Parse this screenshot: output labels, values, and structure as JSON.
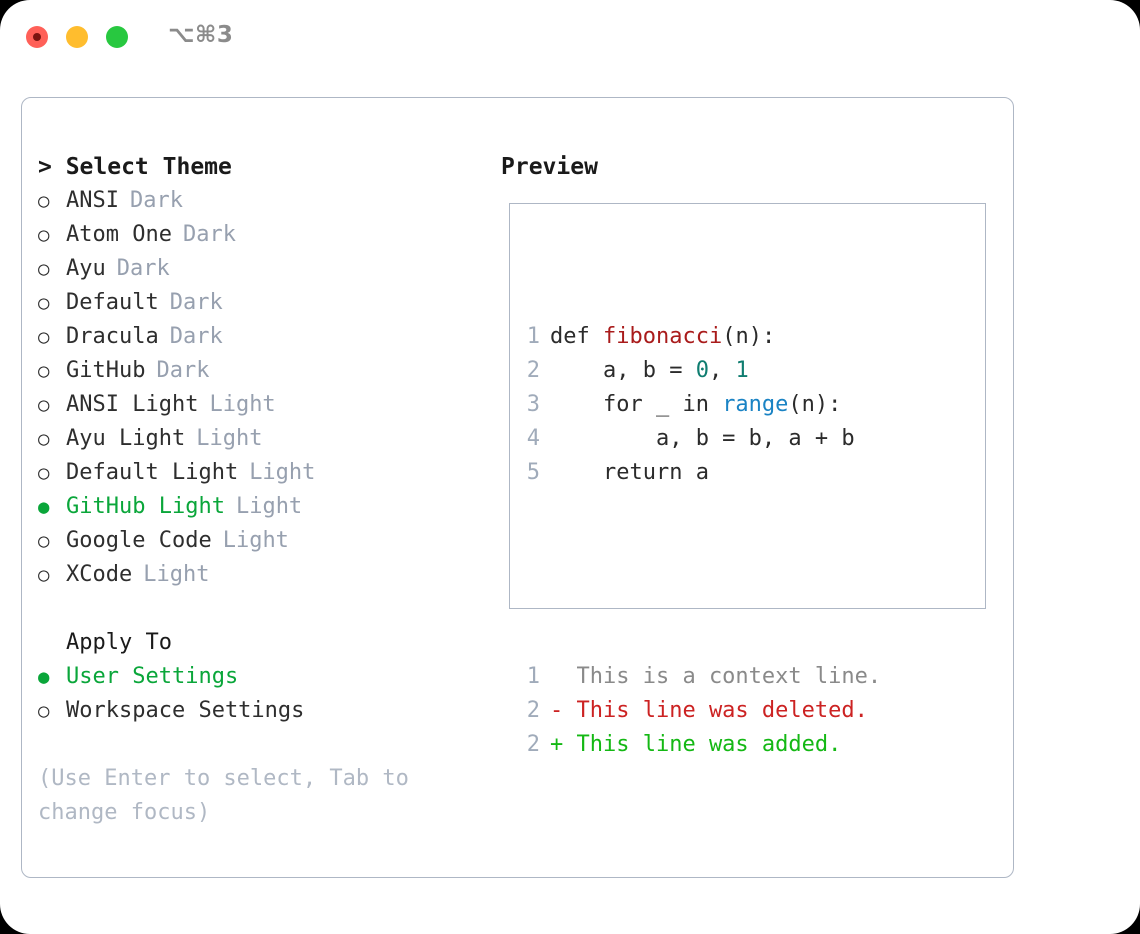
{
  "window": {
    "traffic_lights": [
      {
        "name": "close",
        "color": "#ff6058"
      },
      {
        "name": "minimize",
        "color": "#ffbd2e"
      },
      {
        "name": "maximize",
        "color": "#28c840"
      }
    ],
    "shortcut": "⌥⌘3"
  },
  "theme_panel": {
    "header": "> Select Theme",
    "marker_selected": "●",
    "marker_unselected": "○",
    "accent_color": "#0aa63a",
    "tag_color": "#97a0af",
    "options": [
      {
        "label": "ANSI",
        "tag": "Dark",
        "selected": false
      },
      {
        "label": "Atom One",
        "tag": "Dark",
        "selected": false
      },
      {
        "label": "Ayu",
        "tag": "Dark",
        "selected": false
      },
      {
        "label": "Default",
        "tag": "Dark",
        "selected": false
      },
      {
        "label": "Dracula",
        "tag": "Dark",
        "selected": false
      },
      {
        "label": "GitHub",
        "tag": "Dark",
        "selected": false
      },
      {
        "label": "ANSI Light",
        "tag": "Light",
        "selected": false
      },
      {
        "label": "Ayu Light",
        "tag": "Light",
        "selected": false
      },
      {
        "label": "Default Light",
        "tag": "Light",
        "selected": false
      },
      {
        "label": "GitHub Light",
        "tag": "Light",
        "selected": true
      },
      {
        "label": "Google Code",
        "tag": "Light",
        "selected": false
      },
      {
        "label": "XCode",
        "tag": "Light",
        "selected": false
      }
    ]
  },
  "apply_to": {
    "header": "Apply To",
    "options": [
      {
        "label": "User Settings",
        "selected": true
      },
      {
        "label": "Workspace Settings",
        "selected": false
      }
    ]
  },
  "hint": "(Use Enter to select, Tab to change focus)",
  "preview": {
    "title": "Preview",
    "code_lines": [
      {
        "no": "1",
        "segments": [
          {
            "text": "def ",
            "style": "plain"
          },
          {
            "text": "fibonacci",
            "style": "fn"
          },
          {
            "text": "(n):",
            "style": "plain"
          }
        ]
      },
      {
        "no": "2",
        "segments": [
          {
            "text": "    a, b = ",
            "style": "plain"
          },
          {
            "text": "0",
            "style": "num"
          },
          {
            "text": ", ",
            "style": "plain"
          },
          {
            "text": "1",
            "style": "num"
          }
        ]
      },
      {
        "no": "3",
        "segments": [
          {
            "text": "    for _ in ",
            "style": "plain"
          },
          {
            "text": "range",
            "style": "call"
          },
          {
            "text": "(n):",
            "style": "plain"
          }
        ]
      },
      {
        "no": "4",
        "segments": [
          {
            "text": "        a, b = b, a + b",
            "style": "plain"
          }
        ]
      },
      {
        "no": "5",
        "segments": [
          {
            "text": "    return a",
            "style": "plain"
          }
        ]
      }
    ],
    "diff_lines": [
      {
        "no": "1",
        "text": "  This is a context line.",
        "style": "ctx"
      },
      {
        "no": "2",
        "text": "- This line was deleted.",
        "style": "del"
      },
      {
        "no": "2",
        "text": "+ This line was added.",
        "style": "add"
      }
    ]
  }
}
